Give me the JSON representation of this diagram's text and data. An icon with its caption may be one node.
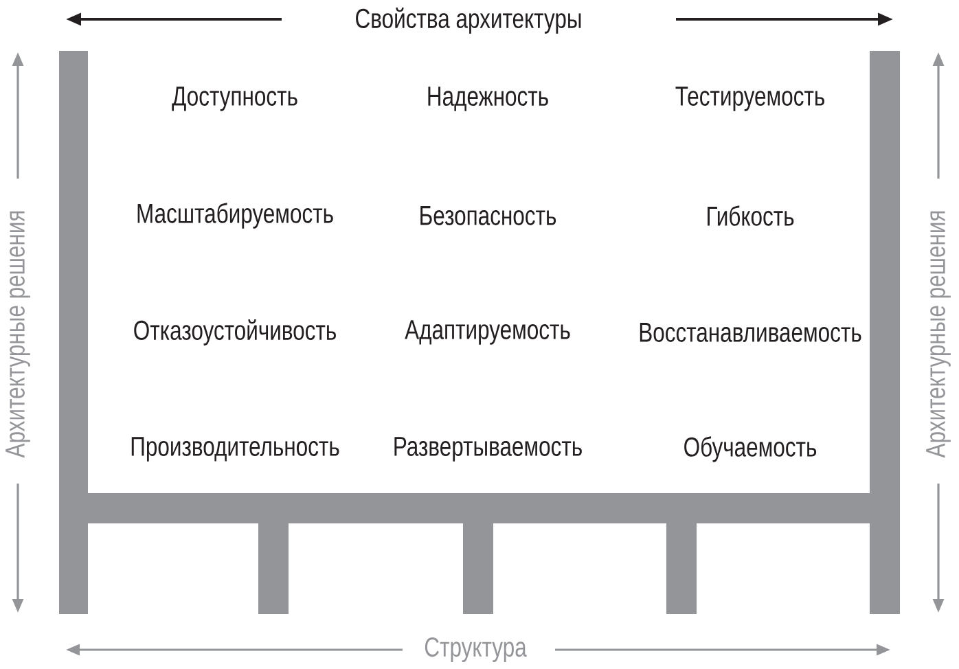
{
  "diagram": {
    "labels": [
      "Свойства архитектуры",
      "Архитектурные решения",
      "Доступность",
      "Надежность",
      "Тестируемость",
      "Масштабируемость",
      "Безопасность",
      "Гибкость",
      "Отказоустойчивость",
      "Адаптируемость",
      "Восстанавливаемость",
      "Производительность",
      "Развертываемость",
      "Обучаемость",
      "Архитектурные решения",
      "Структура"
    ]
  }
}
